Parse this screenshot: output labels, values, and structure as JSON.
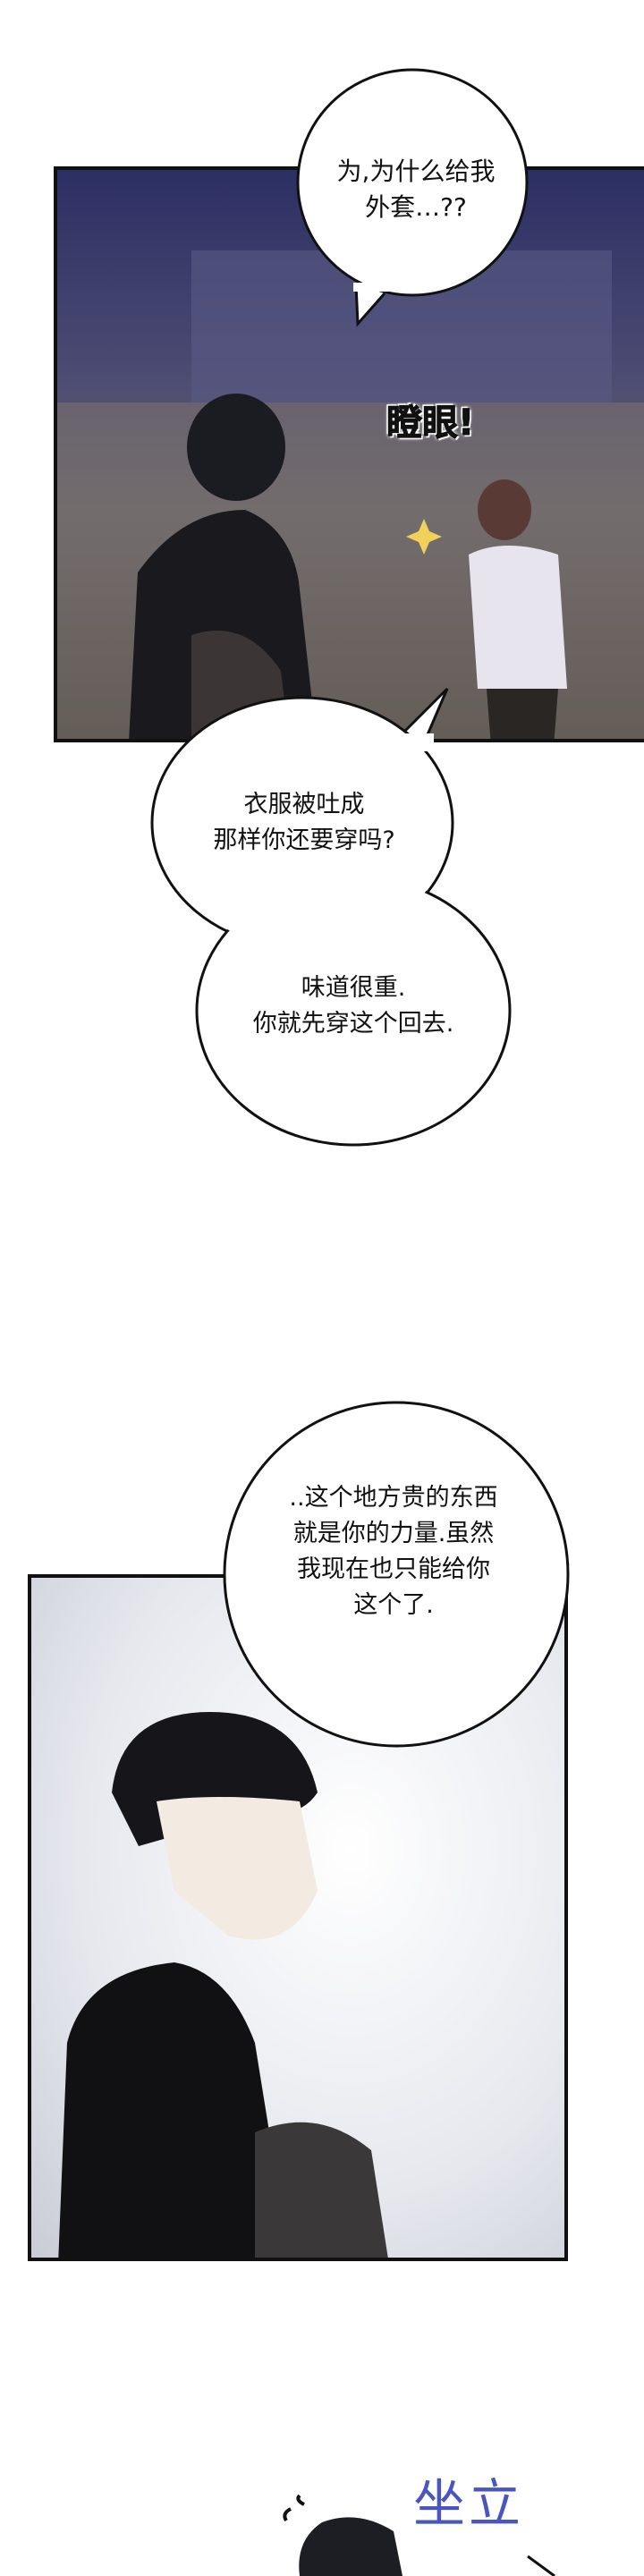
{
  "panels": [
    {
      "bubbles": [
        {
          "text": "为,为什么给我\n外套…??"
        }
      ],
      "sfx": [
        {
          "text": "瞪眼!"
        }
      ],
      "background_color": "#3a3a5e"
    },
    {
      "background_color": "#eef0f4"
    }
  ],
  "free_bubbles": [
    {
      "text": "衣服被吐成\n那样你还要穿吗?"
    },
    {
      "text": "味道很重.\n你就先穿这个回去."
    },
    {
      "text": "..这个地方贵的东西\n就是你的力量.虽然\n我现在也只能给你\n这个了."
    }
  ],
  "bottom_sfx": {
    "text": "坐立",
    "color": "#4a56c0"
  }
}
